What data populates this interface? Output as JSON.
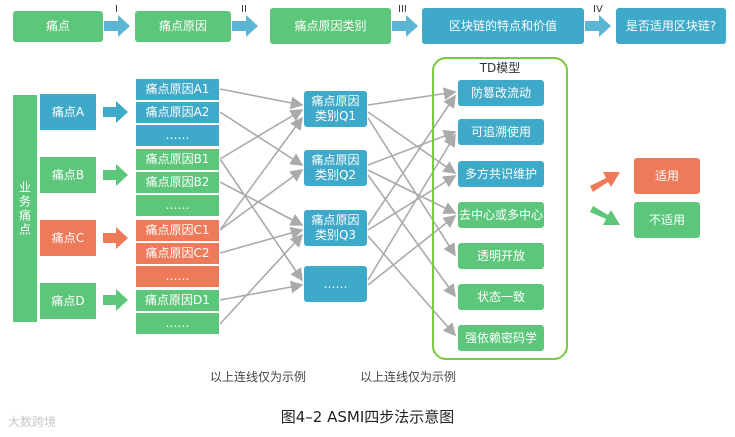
{
  "top_flow": {
    "steps": [
      "痛点",
      "痛点原因",
      "痛点原因类别",
      "区块链的特点和价值",
      "是否适用区块链?"
    ],
    "romans": [
      "I",
      "II",
      "III",
      "IV"
    ]
  },
  "side_label": "业务痛点",
  "pain_points": [
    "痛点A",
    "痛点B",
    "痛点C",
    "痛点D"
  ],
  "causes": [
    "痛点原因A1",
    "痛点原因A2",
    "……",
    "痛点原因B1",
    "痛点原因B2",
    "……",
    "痛点原因C1",
    "痛点原因C2",
    "……",
    "痛点原因D1",
    "……"
  ],
  "categories": [
    "痛点原因\n类别Q1",
    "痛点原因\n类别Q2",
    "痛点原因\n类别Q3",
    "……"
  ],
  "td": {
    "title": "TD模型",
    "items": [
      "防篡改流动",
      "可追溯使用",
      "多方共识维护",
      "去中心或多中心",
      "透明开放",
      "状态一致",
      "强依赖密码学"
    ]
  },
  "results": [
    "适用",
    "不适用"
  ],
  "notes": [
    "以上连线仅为示例",
    "以上连线仅为示例"
  ],
  "caption": "图4–2  ASMI四步法示意图",
  "watermark": "大数跨境",
  "colors": {
    "green": "#5cc77a",
    "blue": "#3fa9c9",
    "orange": "#ef7a5a",
    "td_border": "#7ac943",
    "line": "#aaaaaa"
  }
}
